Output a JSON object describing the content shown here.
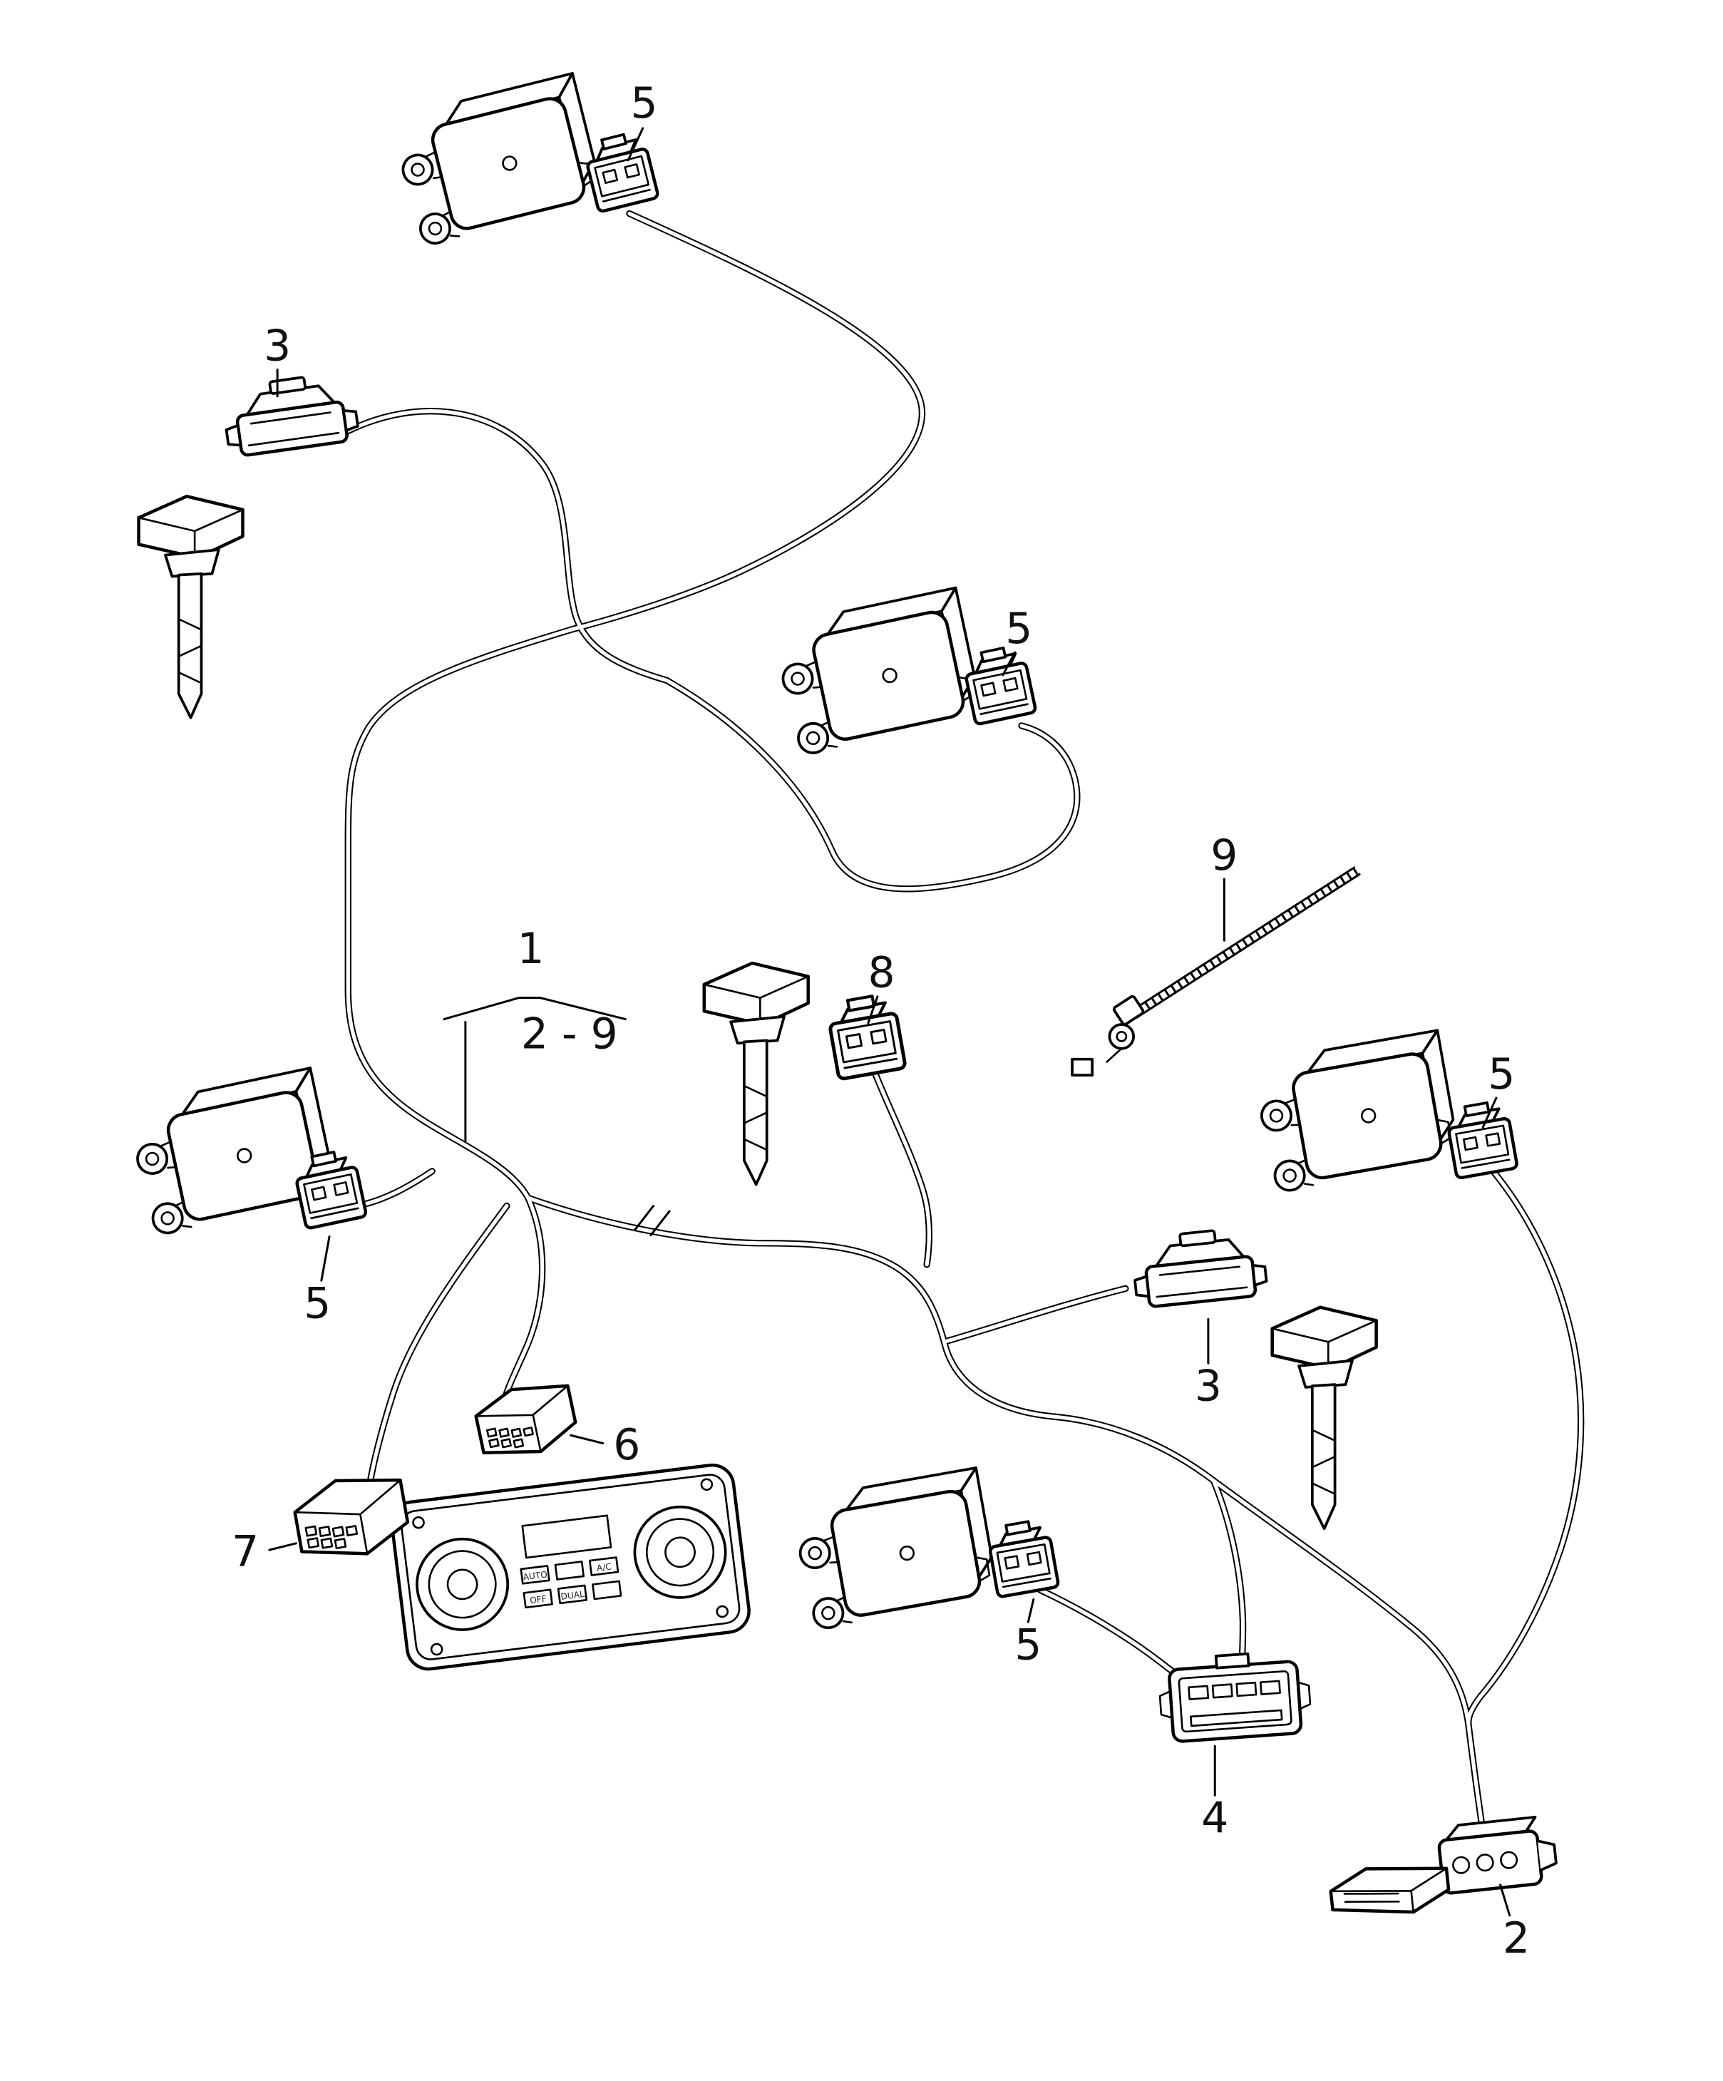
{
  "diagram": {
    "background": "#ffffff",
    "line_color": "#000000",
    "callouts": {
      "harness": "1",
      "harness_range": "2 - 9",
      "connector_2": "2",
      "connector_3_upper": "3",
      "connector_3_lower": "3",
      "connector_4": "4",
      "connector_5_top": "5",
      "connector_5_middle": "5",
      "connector_5_left": "5",
      "connector_5_right": "5",
      "connector_5_bottom": "5",
      "connector_6": "6",
      "connector_7": "7",
      "connector_8": "8",
      "cable_tie_9": "9"
    },
    "control_panel": {
      "auto": "AUTO",
      "ac": "A/C",
      "dual": "DUAL",
      "off": "OFF"
    }
  }
}
